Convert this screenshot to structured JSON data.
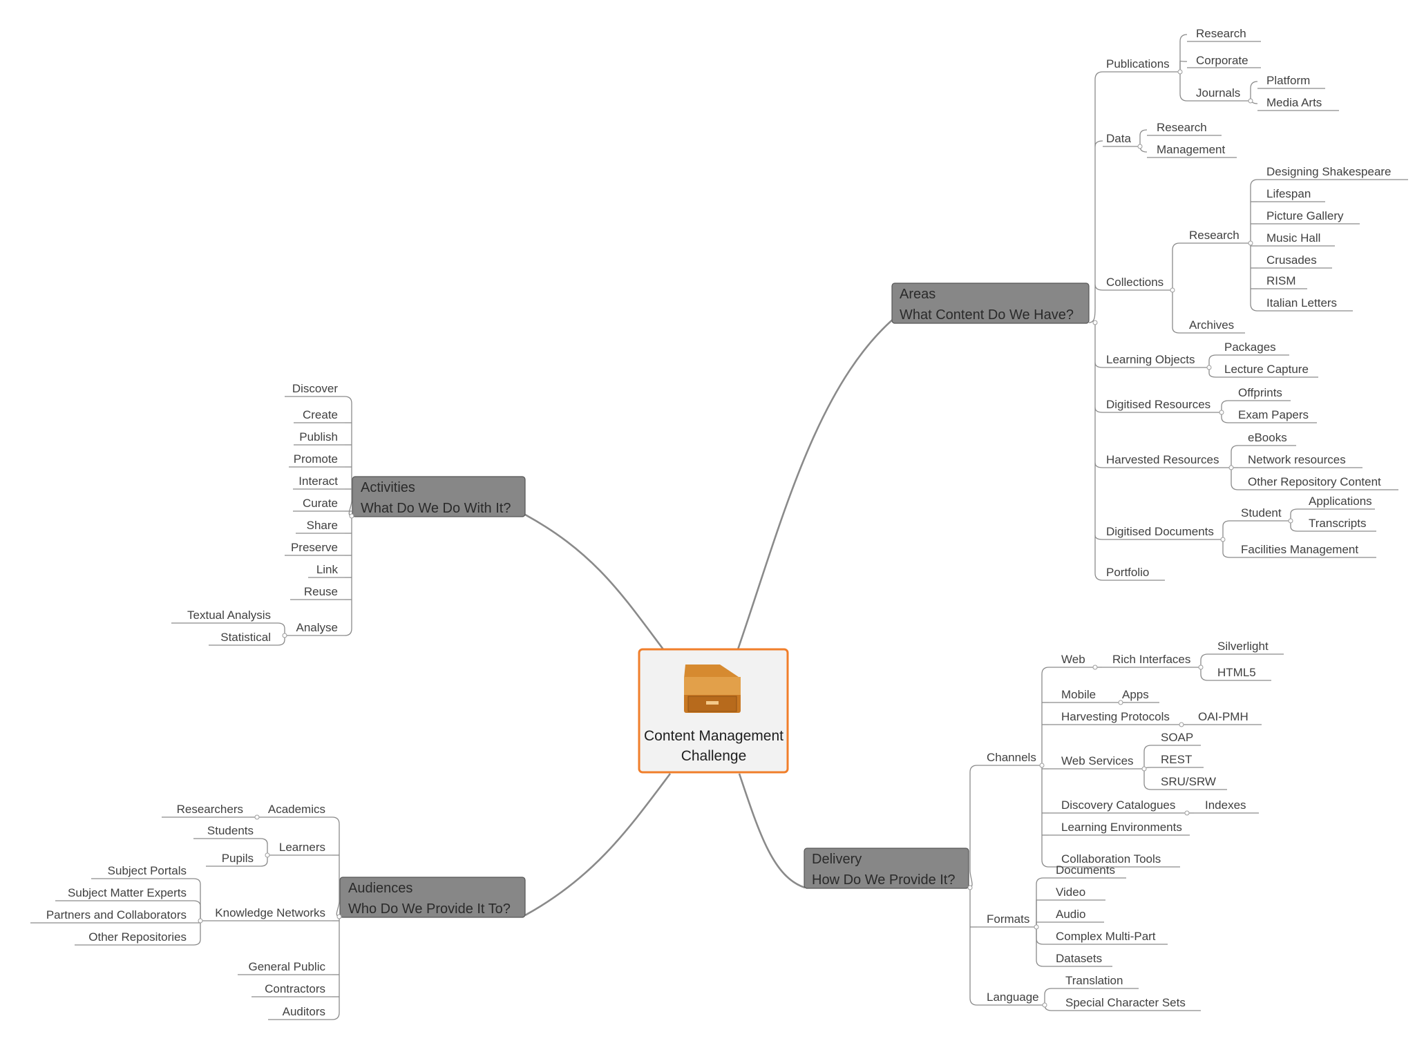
{
  "center": {
    "line1": "Content Management",
    "line2": "Challenge",
    "icon": "filing-cabinet-icon"
  },
  "colors": {
    "branch_fill": "#878787",
    "center_border": "#f07e2a",
    "center_fill": "#f2f2f2",
    "line": "#8a8a8a",
    "text": "#404040"
  },
  "branches": {
    "areas": {
      "title": "Areas",
      "subtitle": "What Content Do We Have?"
    },
    "activities": {
      "title": "Activities",
      "subtitle": "What Do We Do With It?"
    },
    "audiences": {
      "title": "Audiences",
      "subtitle": "Who Do We Provide It To?"
    },
    "delivery": {
      "title": "Delivery",
      "subtitle": "How Do We Provide It?"
    }
  },
  "nodes": {
    "publications": "Publications",
    "research_pub": "Research",
    "corporate": "Corporate",
    "journals": "Journals",
    "platform": "Platform",
    "media_arts": "Media Arts",
    "data": "Data",
    "research_data": "Research",
    "management": "Management",
    "collections": "Collections",
    "research_coll": "Research",
    "designing_shakespeare": "Designing Shakespeare",
    "lifespan": "Lifespan",
    "picture_gallery": "Picture Gallery",
    "music_hall": "Music Hall",
    "crusades": "Crusades",
    "rism": "RISM",
    "italian_letters": "Italian Letters",
    "archives": "Archives",
    "learning_objects": "Learning Objects",
    "packages": "Packages",
    "lecture_capture": "Lecture Capture",
    "digitised_resources": "Digitised Resources",
    "offprints": "Offprints",
    "exam_papers": "Exam Papers",
    "harvested_resources": "Harvested Resources",
    "ebooks": "eBooks",
    "network_resources": "Network resources",
    "other_repository_content": "Other Repository Content",
    "digitised_documents": "Digitised Documents",
    "student": "Student",
    "applications": "Applications",
    "transcripts": "Transcripts",
    "facilities_management": "Facilities Management",
    "portfolio": "Portfolio",
    "discover": "Discover",
    "create": "Create",
    "publish": "Publish",
    "promote": "Promote",
    "interact": "Interact",
    "curate": "Curate",
    "share": "Share",
    "preserve": "Preserve",
    "link": "Link",
    "reuse": "Reuse",
    "analyse": "Analyse",
    "textual_analysis": "Textual Analysis",
    "statistical": "Statistical",
    "academics": "Academics",
    "researchers": "Researchers",
    "learners": "Learners",
    "students": "Students",
    "pupils": "Pupils",
    "knowledge_networks": "Knowledge Networks",
    "subject_portals": "Subject Portals",
    "subject_matter_experts": "Subject Matter Experts",
    "partners_collaborators": "Partners and Collaborators",
    "other_repositories": "Other Repositories",
    "general_public": "General Public",
    "contractors": "Contractors",
    "auditors": "Auditors",
    "channels": "Channels",
    "web": "Web",
    "rich_interfaces": "Rich Interfaces",
    "silverlight": "Silverlight",
    "html5": "HTML5",
    "mobile": "Mobile",
    "apps": "Apps",
    "harvesting_protocols": "Harvesting Protocols",
    "oai_pmh": "OAI-PMH",
    "web_services": "Web Services",
    "soap": "SOAP",
    "rest": "REST",
    "sru_srw": "SRU/SRW",
    "discovery_catalogues": "Discovery Catalogues",
    "indexes": "Indexes",
    "learning_environments": "Learning Environments",
    "collaboration_tools": "Collaboration Tools",
    "formats": "Formats",
    "documents": "Documents",
    "video": "Video",
    "audio": "Audio",
    "complex_multi_part": "Complex Multi-Part",
    "datasets": "Datasets",
    "language": "Language",
    "translation": "Translation",
    "special_character_sets": "Special Character Sets"
  }
}
